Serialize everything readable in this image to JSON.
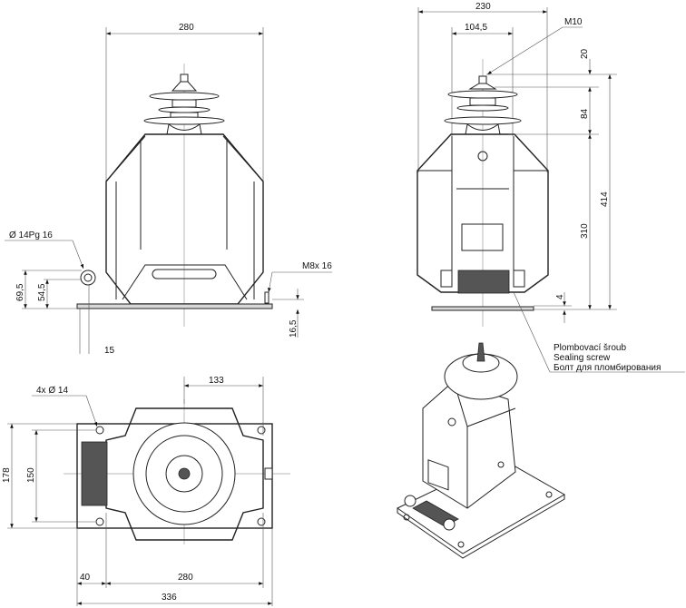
{
  "front_view": {
    "width_dim": "280",
    "gland_label": "Ø  14Pg 16",
    "dim_69": "69,5",
    "dim_54": "54,5",
    "dim_15": "15",
    "bolt_label": "M8x 16",
    "dim_16": "16,5"
  },
  "side_view": {
    "width_dim": "230",
    "inner_dim": "104,5",
    "terminal_label": "M10",
    "dim_20": "20",
    "dim_84": "84",
    "dim_310": "310",
    "dim_414": "414",
    "dim_4": "4",
    "sealing_labels": [
      "Plombovací šroub",
      "Sealing screw",
      "Болт для пломбирования"
    ]
  },
  "top_view": {
    "dim_133": "133",
    "holes_label": "4x   Ø 14",
    "dim_178": "178",
    "dim_150": "150",
    "dim_40": "40",
    "dim_280": "280",
    "dim_336": "336"
  }
}
